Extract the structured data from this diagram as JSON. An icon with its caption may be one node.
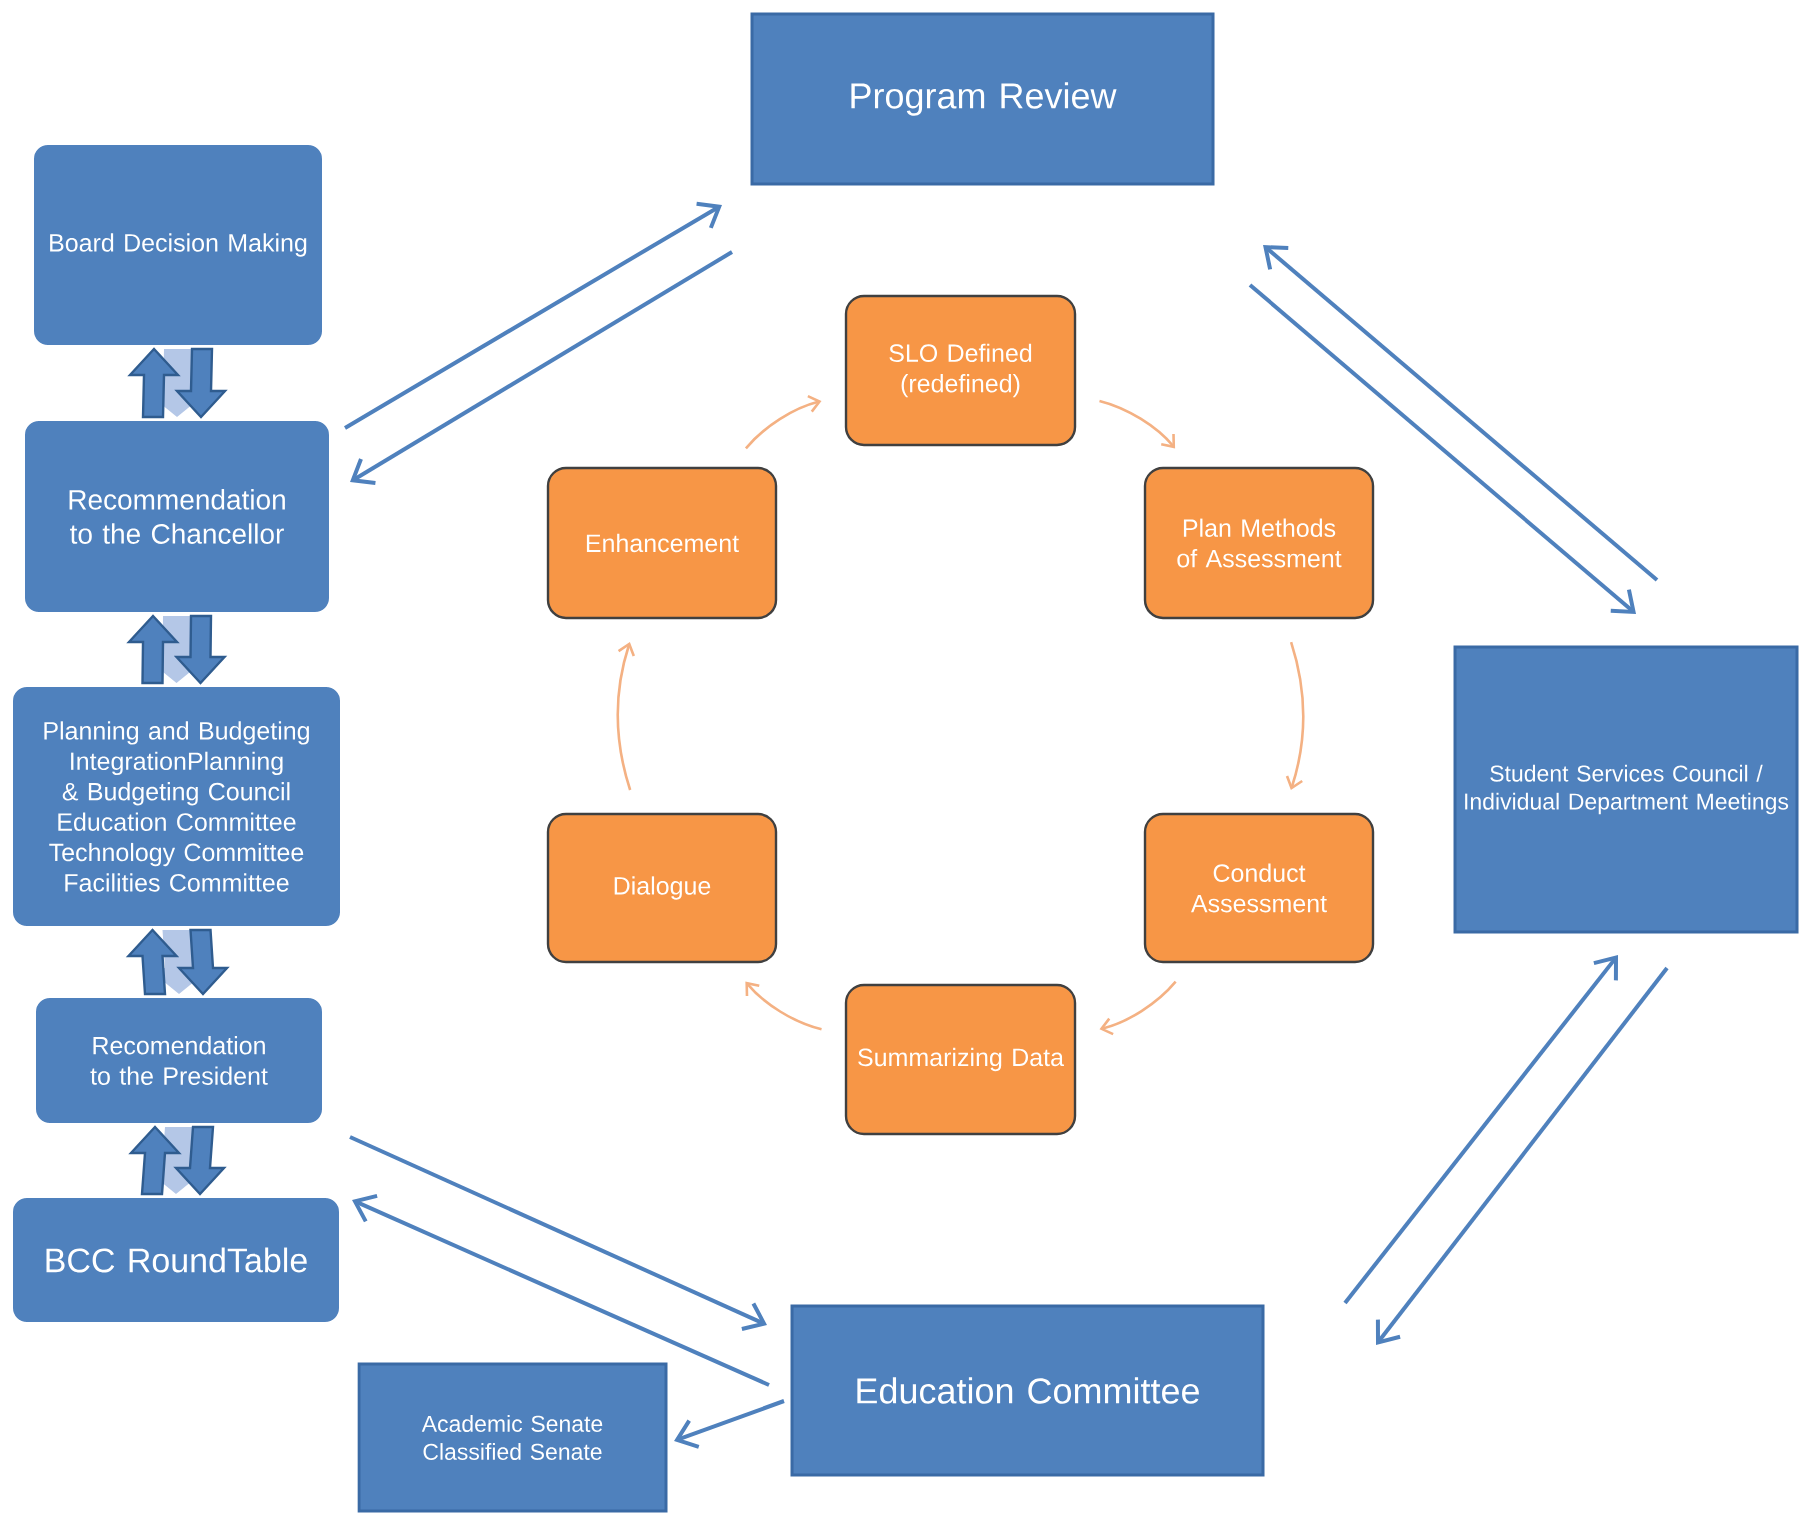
{
  "diagram": {
    "nodes": [
      {
        "text": [
          "Program Review"
        ]
      },
      {
        "text": [
          "Board Decision Making"
        ]
      },
      {
        "text": [
          "Recommendation to the Chancellor"
        ]
      },
      {
        "text": [
          "Planning and Budgeting IntegrationPlanning & Budgeting Council Education Committee Technology Committee Facilities Committee"
        ]
      },
      {
        "text": [
          "Recomendation to the President"
        ]
      },
      {
        "text": [
          "BCC RoundTable"
        ]
      },
      {
        "text": [
          "SLO Defined (redefined)"
        ]
      },
      {
        "text": [
          "Enhancement"
        ]
      },
      {
        "text": [
          "Plan Methods of Assessment"
        ]
      },
      {
        "text": [
          "Dialogue"
        ]
      },
      {
        "text": [
          "Conduct Assessment"
        ]
      },
      {
        "text": [
          "Summarizing Data"
        ]
      },
      {
        "text": [
          "Student Services Council / Individual Department Meetings"
        ]
      },
      {
        "text": [
          "Education Committee"
        ]
      },
      {
        "text": [
          "Academic Senate Classified Senate"
        ]
      }
    ],
    "edges": [
      {
        "from": 1,
        "to": 2,
        "arrow": "to",
        "style": "thick",
        "color": "#b4c7e7"
      },
      {
        "from": 2,
        "to": 1,
        "arrow": "to",
        "style": "thick"
      },
      {
        "from": 1,
        "to": 2,
        "arrow": "to",
        "style": "thick"
      },
      {
        "from": 2,
        "to": 3,
        "arrow": "to",
        "style": "thick",
        "color": "#b4c7e7"
      },
      {
        "from": 3,
        "to": 2,
        "arrow": "to",
        "style": "thick"
      },
      {
        "from": 2,
        "to": 3,
        "arrow": "to",
        "style": "thick"
      },
      {
        "from": 3,
        "to": 4,
        "arrow": "to",
        "style": "thick",
        "color": "#b4c7e7"
      },
      {
        "from": 4,
        "to": 3,
        "arrow": "to",
        "style": "thick"
      },
      {
        "from": 3,
        "to": 4,
        "arrow": "to",
        "style": "thick"
      },
      {
        "from": 4,
        "to": 5,
        "arrow": "to",
        "style": "thick",
        "color": "#b4c7e7"
      },
      {
        "from": 5,
        "to": 4,
        "arrow": "to",
        "style": "thick"
      },
      {
        "from": 4,
        "to": 5,
        "arrow": "to",
        "style": "thick"
      },
      {
        "from": 2,
        "to": 0,
        "arrow": "to"
      },
      {
        "from": 0,
        "to": 2,
        "arrow": "to"
      },
      {
        "from": 0,
        "to": 12,
        "arrow": "to"
      },
      {
        "from": 12,
        "to": 0,
        "arrow": "to"
      },
      {
        "from": 12,
        "to": 13,
        "arrow": "to"
      },
      {
        "from": 13,
        "to": 12,
        "arrow": "to"
      },
      {
        "from": 4,
        "to": 13,
        "arrow": "to"
      },
      {
        "from": 13,
        "to": 5,
        "arrow": "to"
      },
      {
        "from": 13,
        "to": 14,
        "arrow": "to"
      },
      {
        "from": 6,
        "to": 8,
        "arrow": "to",
        "color": "#f4b183"
      },
      {
        "from": 8,
        "to": 10,
        "arrow": "to",
        "color": "#f4b183"
      },
      {
        "from": 10,
        "to": 11,
        "arrow": "to",
        "color": "#f4b183"
      },
      {
        "from": 11,
        "to": 9,
        "arrow": "to",
        "color": "#f4b183"
      },
      {
        "from": 9,
        "to": 7,
        "arrow": "to",
        "color": "#f4b183"
      },
      {
        "from": 7,
        "to": 6,
        "arrow": "to",
        "color": "#f4b183"
      }
    ]
  }
}
